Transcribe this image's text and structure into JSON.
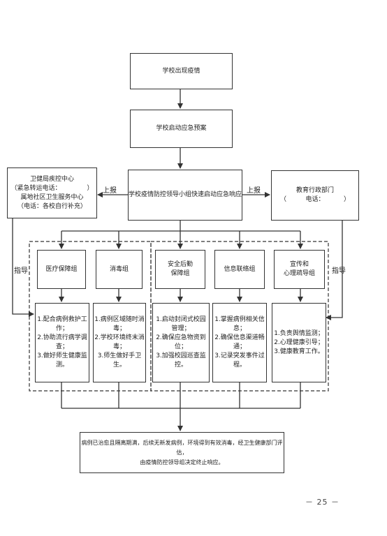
{
  "nodes": {
    "discover": "学校出现疫情",
    "plan": "学校启动应急预案",
    "leader": "学校疫情防控领导小组快速启动应急响应",
    "health_l1": "卫健局疾控中心",
    "health_l2": "（紧急转运电话：",
    "health_l2b": "）",
    "health_l3": "属地社区卫生服务中心",
    "health_l4": "（电话：各校自行补充）",
    "edu_l1": "教育行政部门",
    "edu_l2": "（",
    "edu_l2b": "电话：",
    "edu_l2c": "）",
    "medical_team": "医疗保障组",
    "disinfect_team": "消毒组",
    "security_team_l1": "安全后勤",
    "security_team_l2": "保障组",
    "info_team": "信息联络组",
    "publicity_team_l1": "宣传和",
    "publicity_team_l2": "心理疏导组",
    "final_l1": "病例已治愈且隔离期满，后续无新发病例，环境得到有效消毒，经卫生健康部门评估，",
    "final_l2": "由疫情防控领导组决定终止响应。"
  },
  "tasks": {
    "medical": [
      "1.配合病例救护工作；",
      "2.协助流行病学调查；",
      "3.做好师生健康监测。"
    ],
    "disinfect": [
      "1.病例区域随时消毒；",
      "2.学校环境终末消毒；",
      "3.师生做好手卫生。"
    ],
    "security": [
      "1.启动封闭式校园管理；",
      "2.确保应急物资到位；",
      "3.加强校园巡查监控。"
    ],
    "info": [
      "1.掌握病例相关信息；",
      "2.确保信息渠道畅通；",
      "3.记录突发事件过程。"
    ],
    "publicity": [
      "1.负责舆情监测；",
      "2.心理健康引导；",
      "3.健康教育工作。"
    ]
  },
  "edges": {
    "report_left": "上报",
    "report_right": "上报",
    "guide_left": "指导",
    "guide_right": "指导"
  },
  "page_number": "－ 25 －"
}
